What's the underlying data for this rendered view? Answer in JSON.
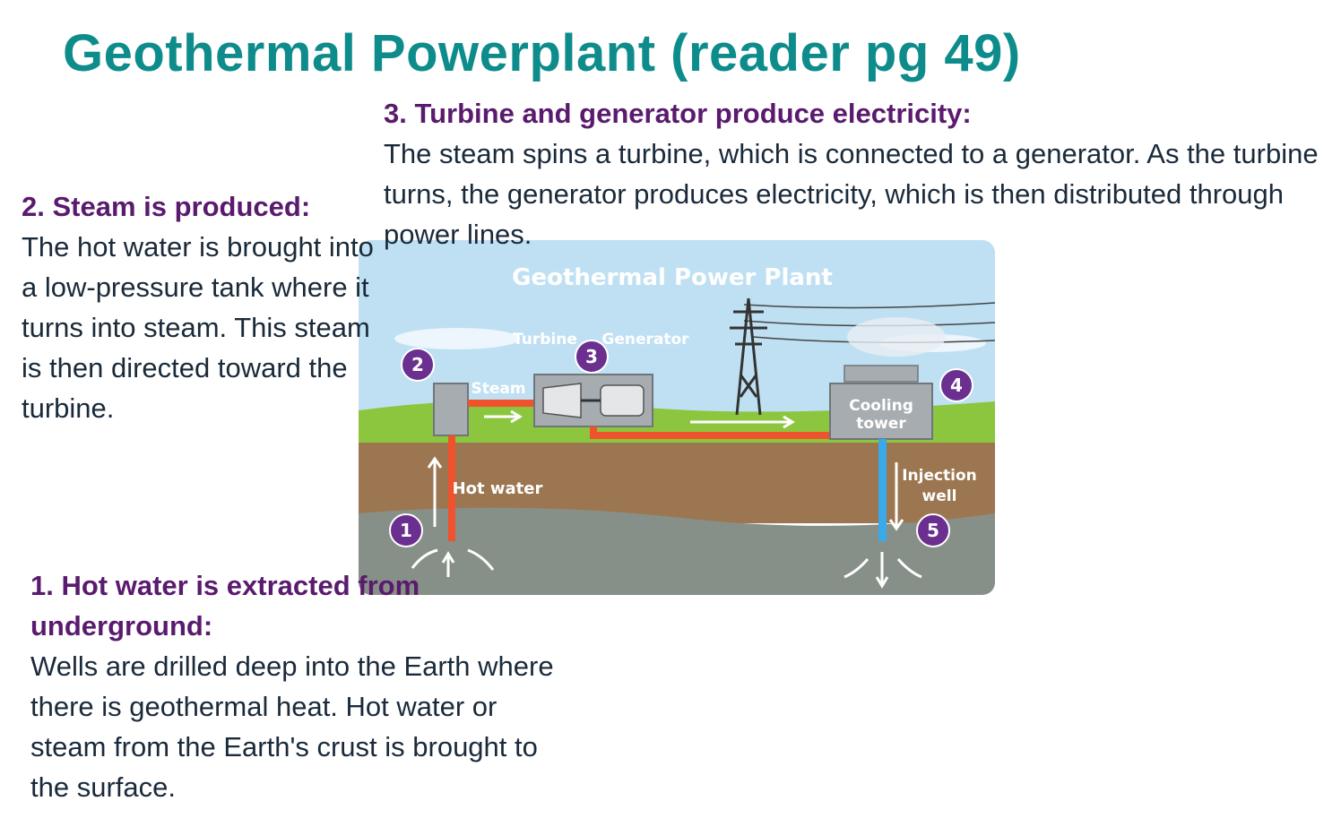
{
  "slide": {
    "title": "Geothermal Powerplant (reader pg 49)"
  },
  "steps": {
    "step3": {
      "heading": "3. Turbine and generator produce electricity:",
      "body": "The steam spins a turbine, which is connected to a generator. As the turbine turns, the generator produces electricity, which is then distributed through power lines."
    },
    "step2": {
      "heading": "2. Steam is produced:",
      "body": "The hot water is brought into a low-pressure tank where it turns into steam. This steam is then directed toward the turbine."
    },
    "step1": {
      "heading": "1. Hot water is extracted from underground:",
      "body": "Wells are drilled deep into the Earth where there is geothermal heat. Hot water or steam from the Earth's crust is brought to the surface."
    }
  },
  "diagram": {
    "title": "Geothermal Power Plant",
    "labels": {
      "turbine": "Turbine",
      "generator": "Generator",
      "steam": "Steam",
      "hot_water": "Hot water",
      "cooling_tower_1": "Cooling",
      "cooling_tower_2": "tower",
      "injection_well_1": "Injection",
      "injection_well_2": "well"
    },
    "badges": [
      "1",
      "2",
      "3",
      "4",
      "5"
    ],
    "colors": {
      "sky": "#bfe0f3",
      "grass": "#8cc63f",
      "soil": "#9c7650",
      "rock": "#879088",
      "hot_pipe": "#f0522d",
      "cold_pipe": "#39a9e8",
      "badge": "#6b2f8f",
      "title_teal": "#0e8c8c",
      "heading_purple": "#5a1a6e"
    }
  }
}
